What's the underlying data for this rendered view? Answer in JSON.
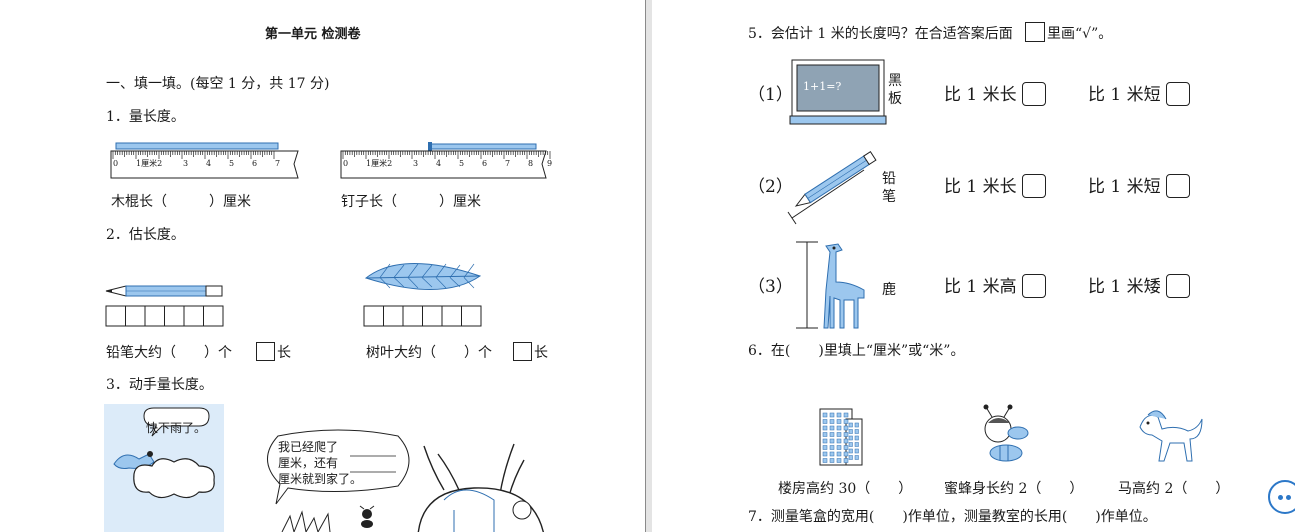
{
  "left": {
    "title": "第一单元 检测卷",
    "section1": "一、填一填。(每空 1 分，共 17 分)",
    "q1": {
      "heading": "1．量长度。",
      "ruler_labels": [
        "0",
        "1厘米2",
        "3",
        "4",
        "5",
        "6",
        "7"
      ],
      "ruler2_labels": [
        "0",
        "1厘米2",
        "3",
        "4",
        "5",
        "6",
        "7",
        "8",
        "9"
      ],
      "stick_answer": "木棍长（　　　）厘米",
      "nail_answer": "钉子长（　　　）厘米"
    },
    "q2": {
      "heading": "2．估长度。",
      "pencil_prefix": "铅笔大约（　　）个",
      "pencil_suffix": "长",
      "leaf_prefix": "树叶大约（　　）个",
      "leaf_suffix": "长"
    },
    "q3": {
      "heading": "3．动手量长度。",
      "bird_bubble": "快下雨了。",
      "ant_bubble_line1": "我已经爬了",
      "ant_bubble_line2": "厘米，还有",
      "ant_bubble_line3": "厘米就到家了。"
    }
  },
  "right": {
    "q5": {
      "heading_prefix": "5．会估计 1 米的长度吗？在合适答案后面",
      "heading_suffix": "里画“√”。",
      "items": [
        {
          "num": "（1）",
          "label_top": "黑",
          "label_bottom": "板",
          "board_text": "1+1=?",
          "opt_a": "比 1 米长",
          "opt_b": "比 1 米短"
        },
        {
          "num": "（2）",
          "label_top": "铅",
          "label_bottom": "笔",
          "opt_a": "比 1 米长",
          "opt_b": "比 1 米短"
        },
        {
          "num": "（3）",
          "label_single": "鹿",
          "opt_a": "比 1 米高",
          "opt_b": "比 1 米矮"
        }
      ]
    },
    "q6": {
      "heading": "6．在(　　)里填上“厘米”或“米”。",
      "captions": [
        "楼房高约 30（　　）",
        "蜜蜂身长约 2（　　）",
        "马高约 2（　　）"
      ]
    },
    "q7": {
      "heading": "7．测量笔盒的宽用(　　)作单位，测量教室的长用(　　)作单位。"
    }
  },
  "colors": {
    "accent_blue": "#9cc7ee",
    "line_blue": "#2f6fb0",
    "ink": "#1a1a1a"
  }
}
